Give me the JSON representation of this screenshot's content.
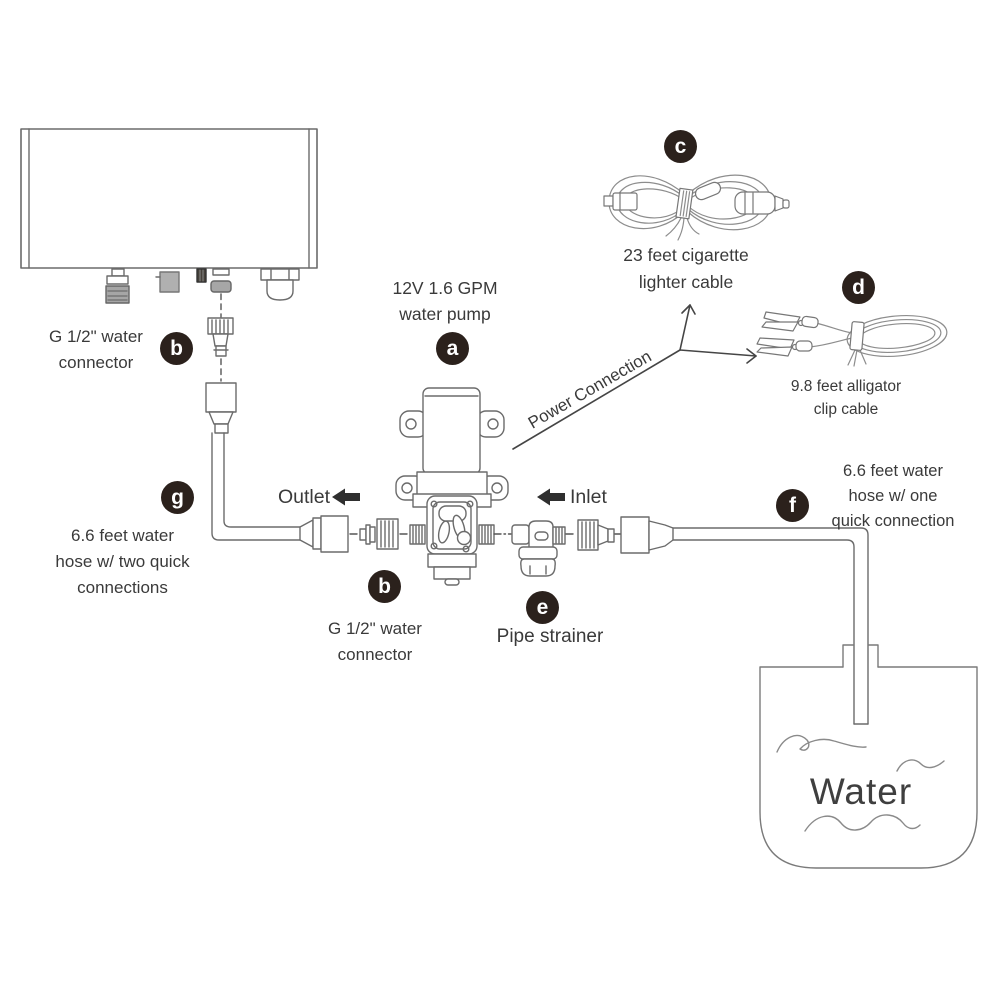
{
  "colors": {
    "badge_bg": "#2b211c",
    "badge_text": "#ffffff",
    "line_art": "#6b6b6b",
    "text": "#3a3a3a"
  },
  "badges": {
    "a": "a",
    "b": "b",
    "c": "c",
    "d": "d",
    "e": "e",
    "f": "f",
    "g": "g"
  },
  "labels": {
    "pump": {
      "l1": "12V 1.6 GPM",
      "l2": "water pump"
    },
    "connector_top": {
      "l1": "G 1/2\" water",
      "l2": "connector"
    },
    "connector_bottom": {
      "l1": "G 1/2\" water",
      "l2": "connector"
    },
    "cigarette_cable": {
      "l1": "23 feet cigarette",
      "l2": "lighter cable"
    },
    "alligator_cable": {
      "l1": "9.8 feet alligator",
      "l2": "clip cable"
    },
    "pipe_strainer": {
      "l1": "Pipe strainer"
    },
    "hose_two_quick": {
      "l1": "6.6 feet water",
      "l2": "hose w/ two quick",
      "l3": "connections"
    },
    "hose_one_quick": {
      "l1": "6.6 feet water",
      "l2": "hose w/ one",
      "l3": "quick connection"
    },
    "outlet": "Outlet",
    "inlet": "Inlet",
    "power_connection": "Power Connection",
    "water": "Water"
  }
}
